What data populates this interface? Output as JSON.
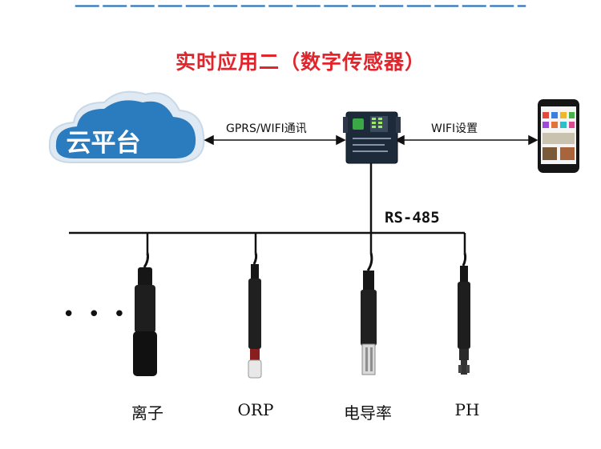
{
  "title": "实时应用二（数字传感器）",
  "cloud": {
    "label": "云平台"
  },
  "links": {
    "left": "GPRS/WIFI通讯",
    "right": "WIFI设置"
  },
  "bus": {
    "label": "RS-485"
  },
  "more": "• • •",
  "sensors": [
    {
      "name": "离子"
    },
    {
      "name": "ORP"
    },
    {
      "name": "电导率"
    },
    {
      "name": "PH"
    }
  ],
  "colors": {
    "title": "#e0262c",
    "cloud": "#2b7bbf",
    "stripe": "#2a78c4"
  },
  "icons": {
    "gateway": "dtu-gateway-icon",
    "phone": "smartphone-icon"
  }
}
